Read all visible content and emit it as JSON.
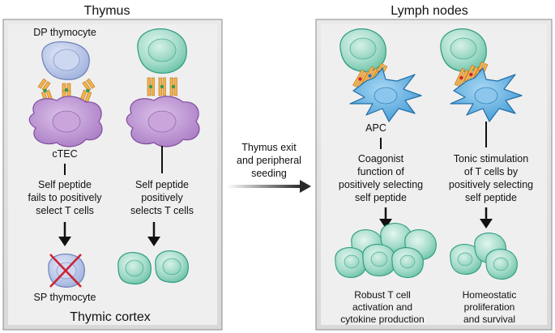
{
  "titles": {
    "left": "Thymus",
    "right": "Lymph nodes"
  },
  "thymus": {
    "dp_label": "DP thymocyte",
    "ctec_label": "cTEC",
    "fail_text": [
      "Self peptide",
      "fails to positively",
      "select T cells"
    ],
    "pass_text": [
      "Self peptide",
      "positively",
      "selects T cells"
    ],
    "sp_label": "SP thymocyte",
    "cortex_label": "Thymic cortex"
  },
  "transition": [
    "Thymus exit",
    "and peripheral",
    "seeding"
  ],
  "lymph": {
    "apc_label": "APC",
    "coagonist_text": [
      "Coagonist",
      "function of",
      "positively selecting",
      "self peptide"
    ],
    "tonic_text": [
      "Tonic stimulation",
      "of T cells by",
      "positively selecting",
      "self peptide"
    ],
    "robust_text": [
      "Robust T cell",
      "activation and",
      "cytokine production"
    ],
    "homeo_text": [
      "Homeostatic",
      "proliferation",
      "and survival"
    ]
  },
  "colors": {
    "panel_bg": "#e6e6e6",
    "panel_inner": "#f1f1f1",
    "tcell_fill": "#a8dccc",
    "tcell_stroke": "#3aa68c",
    "dp_fill": "#b9c6e6",
    "ctec_fill": "#b48cc8",
    "apc_fill": "#4ea6dc",
    "receptor": "#f0a030",
    "cross": "#d02030"
  }
}
